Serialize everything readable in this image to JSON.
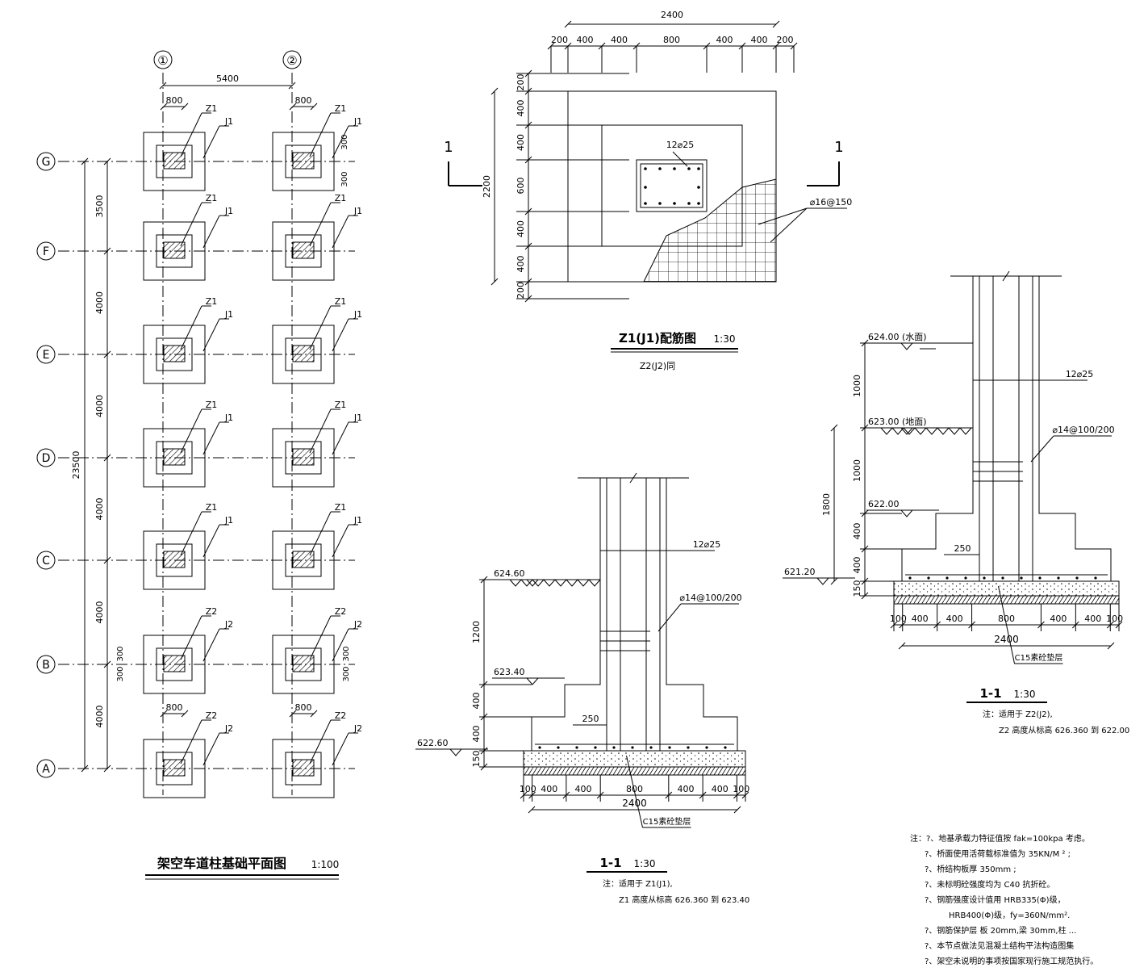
{
  "plan": {
    "title": "架空车道柱基础平面图",
    "scale": "1:100",
    "col_axes": [
      "①",
      "②"
    ],
    "row_axes": [
      "G",
      "F",
      "E",
      "D",
      "C",
      "B",
      "A"
    ],
    "bay_width": "5400",
    "total_height": "23500",
    "row_spacings": [
      "3500",
      "4000",
      "4000",
      "4000",
      "4000",
      "4000"
    ],
    "col_width": "800",
    "offset": "300",
    "label_z1": "Z1",
    "label_j1": "J1",
    "label_z2": "Z2",
    "label_j2": "J2"
  },
  "reinf": {
    "title": "Z1(J1)配筋图",
    "scale": "1:30",
    "note": "Z2(J2)同",
    "top_total": "2400",
    "top_dims": [
      "200",
      "400",
      "400",
      "800",
      "400",
      "400",
      "200"
    ],
    "left_total": "2200",
    "left_dims": [
      "200",
      "400",
      "400",
      "600",
      "400",
      "400",
      "200"
    ],
    "cut_mark": "1",
    "col_bar": "12⌀25",
    "mesh_bar": "⌀16@150"
  },
  "sec1": {
    "title": "1-1",
    "scale": "1:30",
    "el_ground": "624.60",
    "el_mid": "623.40",
    "el_base": "622.60",
    "dim_1200": "1200",
    "dim_400a": "400",
    "dim_400b": "400",
    "dim_150": "150",
    "dim_250": "250",
    "bars": "12⌀25",
    "stirrup": "⌀14@100/200",
    "bottom_dims": [
      "100",
      "400",
      "400",
      "800",
      "400",
      "400",
      "100"
    ],
    "total": "2400",
    "bedding": "C15素砼垫层",
    "note_line1": "注：适用于    Z1(J1),",
    "note_line2": "Z1 高度从标高    626.360  到  623.40"
  },
  "sec2": {
    "title": "1-1",
    "scale": "1:30",
    "el_water": "624.00 (水面)",
    "el_ground": "623.00 (地面)",
    "el_mid": "622.00",
    "el_base": "621.20",
    "dim_1000a": "1000",
    "dim_1000b": "1000",
    "dim_1800": "1800",
    "dim_400a": "400",
    "dim_400b": "400",
    "dim_150": "150",
    "dim_250": "250",
    "bars": "12⌀25",
    "stirrup": "⌀14@100/200",
    "bottom_dims": [
      "100",
      "400",
      "400",
      "800",
      "400",
      "400",
      "100"
    ],
    "total": "2400",
    "bedding": "C15素砼垫层",
    "note_line1": "注：适用于    Z2(J2),",
    "note_line2": "Z2 高度从标高    626.360  到  622.00"
  },
  "notes": [
    "注：?、地基承载力特征值按              fak=100kpa        考虑。",
    "?、桥面使用活荷载标准值为              35KN/M ²        ;",
    "?、桥结构板厚     350mm              ;",
    "?、未标明砼强度均为              C40  抗折砼。",
    "?、钢筋强度设计值用         HRB335(Φ)级，",
    "HRB400(Φ)级，fy=360N/mm².",
    "?、钢筋保护层          板 20mm,梁 30mm,柱 ...",
    "?、本节点做法见混凝土结构平法构造图集",
    "?、架空未说明的事项按国家现行施工规范执行。"
  ]
}
